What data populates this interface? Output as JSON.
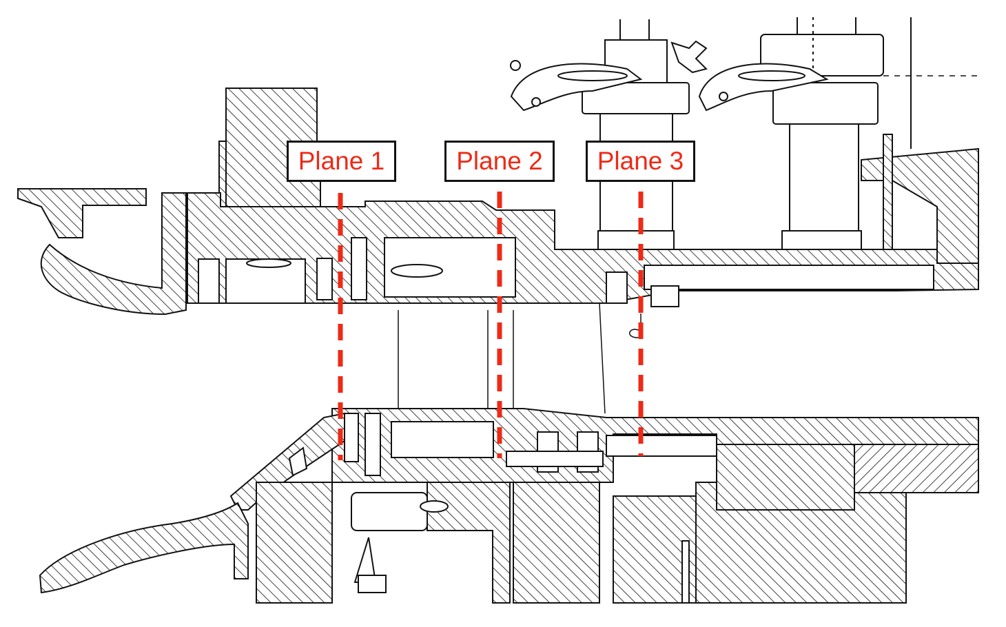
{
  "diagram": {
    "planes": [
      {
        "label": "Plane 1"
      },
      {
        "label": "Plane 2"
      },
      {
        "label": "Plane 3"
      }
    ],
    "colors": {
      "annotation": "#ee2a16",
      "line": "#111111",
      "background": "#ffffff"
    }
  }
}
